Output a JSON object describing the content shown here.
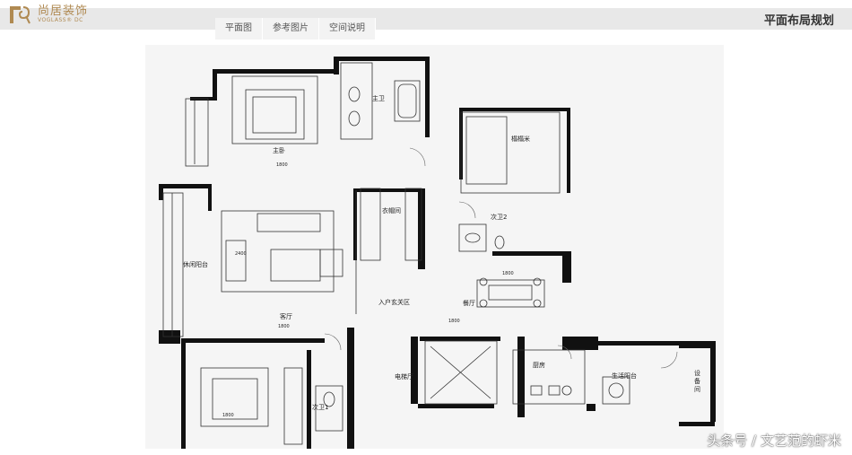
{
  "brand": {
    "name_cn": "尚居装饰",
    "name_en": "VOGLASS® DC"
  },
  "tabs": [
    {
      "label": "平面图"
    },
    {
      "label": "参考图片"
    },
    {
      "label": "空间说明"
    }
  ],
  "page_title": "平面布局规划",
  "rooms": {
    "master_bedroom": "主卧",
    "master_bath": "主卫",
    "tatami": "榻榻米",
    "cloakroom": "衣帽间",
    "second_bath_2": "次卫2",
    "leisure_balcony": "休闲阳台",
    "living_room": "客厅",
    "entrance": "入户玄关区",
    "dining_room": "餐厅",
    "elevator_hall": "电梯厅",
    "kitchen": "厨房",
    "service_balcony": "生活阳台",
    "equipment_room": "设备间",
    "second_bath_1": "次卫1"
  },
  "dimensions": {
    "dim_1": "1800",
    "dim_2": "1800",
    "dim_3": "1800",
    "dim_4": "1800",
    "dim_5": "2400",
    "dim_6": "1800"
  },
  "watermark": "头条号 / 文艺范的虾米",
  "colors": {
    "brand": "#b08a52",
    "wall": "#111111",
    "plan_bg": "#f5f5f5"
  }
}
